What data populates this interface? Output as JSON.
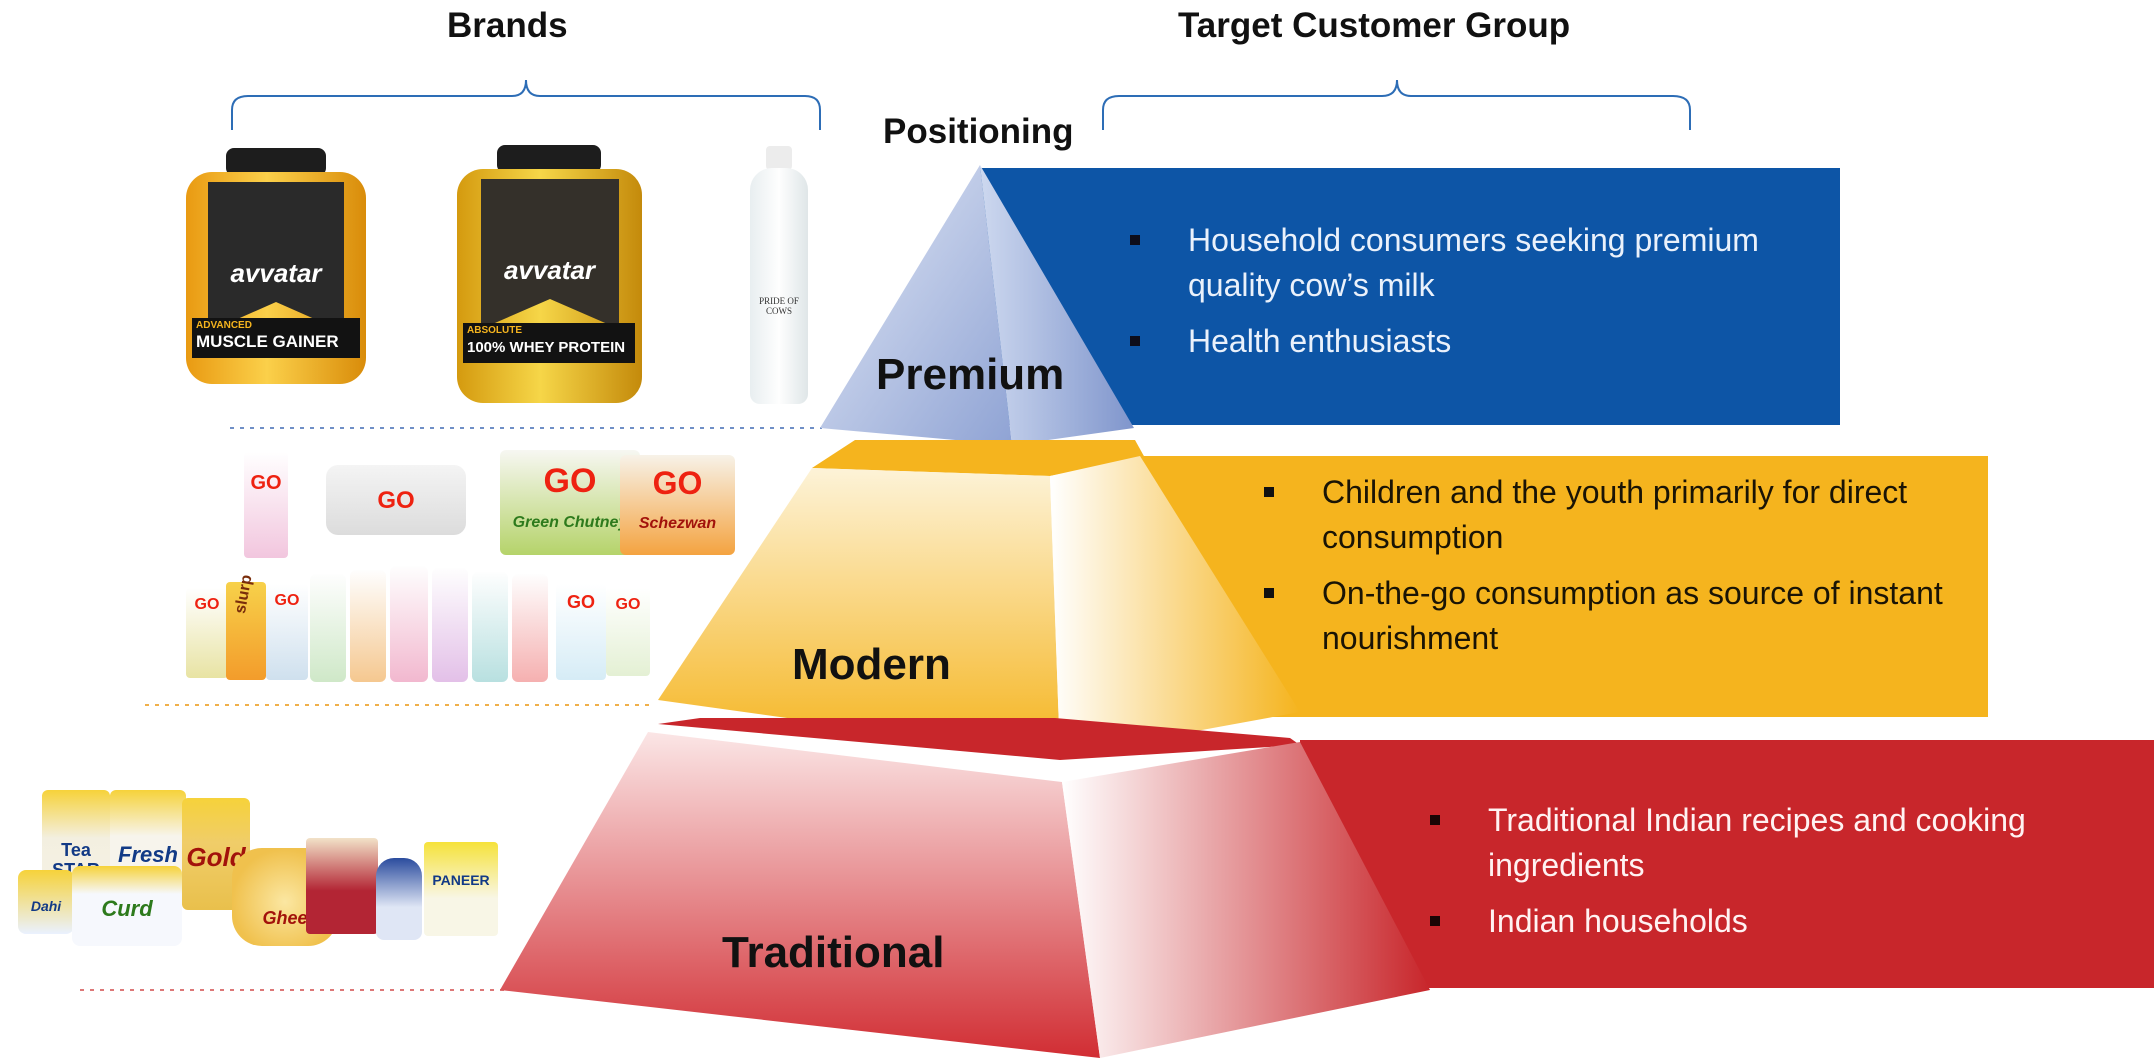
{
  "headings": {
    "brands": "Brands",
    "target": "Target Customer Group",
    "positioning": "Positioning"
  },
  "tiers": {
    "premium": {
      "label": "Premium",
      "color": "#0d55a6",
      "bullets": [
        "Household consumers seeking premium quality cow’s milk",
        "Health enthusiasts"
      ],
      "products": [
        "avvatar-muscle-gainer-jar",
        "avvatar-whey-protein-jar",
        "pride-of-cows-milk-bottle"
      ]
    },
    "modern": {
      "label": "Modern",
      "color": "#f5b41e",
      "bullets": [
        "Children and the youth primarily for direct consumption",
        "On-the-go consumption as source of instant nourishment"
      ],
      "products": [
        "go-cheese-spread-tube",
        "go-cheese-tub",
        "go-green-chutney-pack",
        "go-schezwan-pack",
        "go-flavoured-milk-bottles",
        "slurp-tetra-pack",
        "go-lassi-pack"
      ]
    },
    "traditional": {
      "label": "Traditional",
      "color": "#c8262b",
      "bullets": [
        "Traditional Indian recipes and cooking ingredients",
        "Indian households"
      ],
      "products": [
        "gowardhan-tea-star",
        "gowardhan-fresh",
        "gowardhan-gold",
        "gowardhan-dahi",
        "gowardhan-curd",
        "gowardhan-ghee",
        "gowardhan-gulab-jamun-mix",
        "gowardhan-paneer"
      ]
    }
  },
  "product_text": {
    "muscle_gainer": "MUSCLE GAINER",
    "muscle_gainer_top": "ADVANCED",
    "whey": "100% WHEY PROTEIN",
    "whey_top": "ABSOLUTE",
    "avvatar": "avvatar",
    "pride": "PRIDE OF COWS",
    "go": "GO",
    "green_chutney": "Green Chutney",
    "schezwan": "Schezwan",
    "slurp": "slurp",
    "tea_star": "Tea STAR",
    "fresh": "Fresh",
    "gold": "Gold",
    "dahi": "Dahi",
    "curd": "Curd",
    "ghee": "Ghee",
    "paneer": "PANEER"
  }
}
